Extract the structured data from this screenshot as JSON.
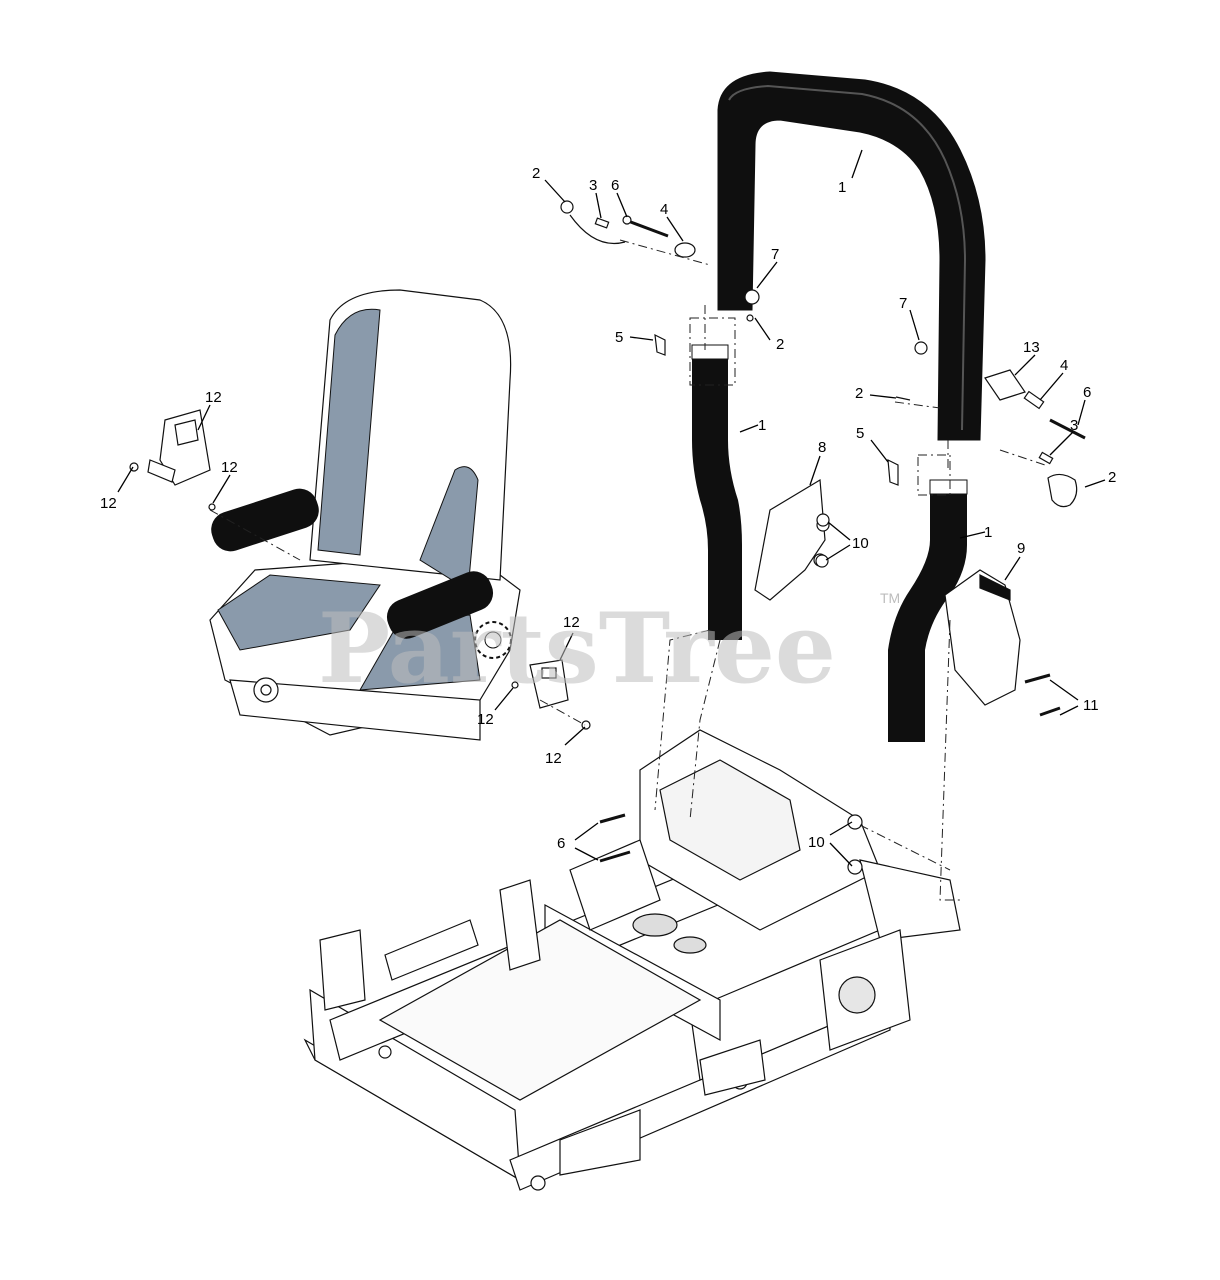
{
  "watermark": {
    "text": "PartsTree",
    "trademark": "TM"
  },
  "colors": {
    "rollbar": "#0f0f0f",
    "seat_accent": "#8a9aab",
    "line": "#111111",
    "watermark": "#bdbdbd"
  },
  "callouts": [
    {
      "id": "c1a",
      "label": "1"
    },
    {
      "id": "c1b",
      "label": "1"
    },
    {
      "id": "c1c",
      "label": "1"
    },
    {
      "id": "c2a",
      "label": "2"
    },
    {
      "id": "c2b",
      "label": "2"
    },
    {
      "id": "c2c",
      "label": "2"
    },
    {
      "id": "c2d",
      "label": "2"
    },
    {
      "id": "c3a",
      "label": "3"
    },
    {
      "id": "c3b",
      "label": "3"
    },
    {
      "id": "c4a",
      "label": "4"
    },
    {
      "id": "c4b",
      "label": "4"
    },
    {
      "id": "c5a",
      "label": "5"
    },
    {
      "id": "c5b",
      "label": "5"
    },
    {
      "id": "c6a",
      "label": "6"
    },
    {
      "id": "c6b",
      "label": "6"
    },
    {
      "id": "c6c",
      "label": "6"
    },
    {
      "id": "c7a",
      "label": "7"
    },
    {
      "id": "c7b",
      "label": "7"
    },
    {
      "id": "c8",
      "label": "8"
    },
    {
      "id": "c9",
      "label": "9"
    },
    {
      "id": "c10a",
      "label": "10"
    },
    {
      "id": "c10b",
      "label": "10"
    },
    {
      "id": "c11",
      "label": "11"
    },
    {
      "id": "c12a",
      "label": "12"
    },
    {
      "id": "c12b",
      "label": "12"
    },
    {
      "id": "c12c",
      "label": "12"
    },
    {
      "id": "c12d",
      "label": "12"
    },
    {
      "id": "c12e",
      "label": "12"
    },
    {
      "id": "c12f",
      "label": "12"
    },
    {
      "id": "c13",
      "label": "13"
    }
  ]
}
